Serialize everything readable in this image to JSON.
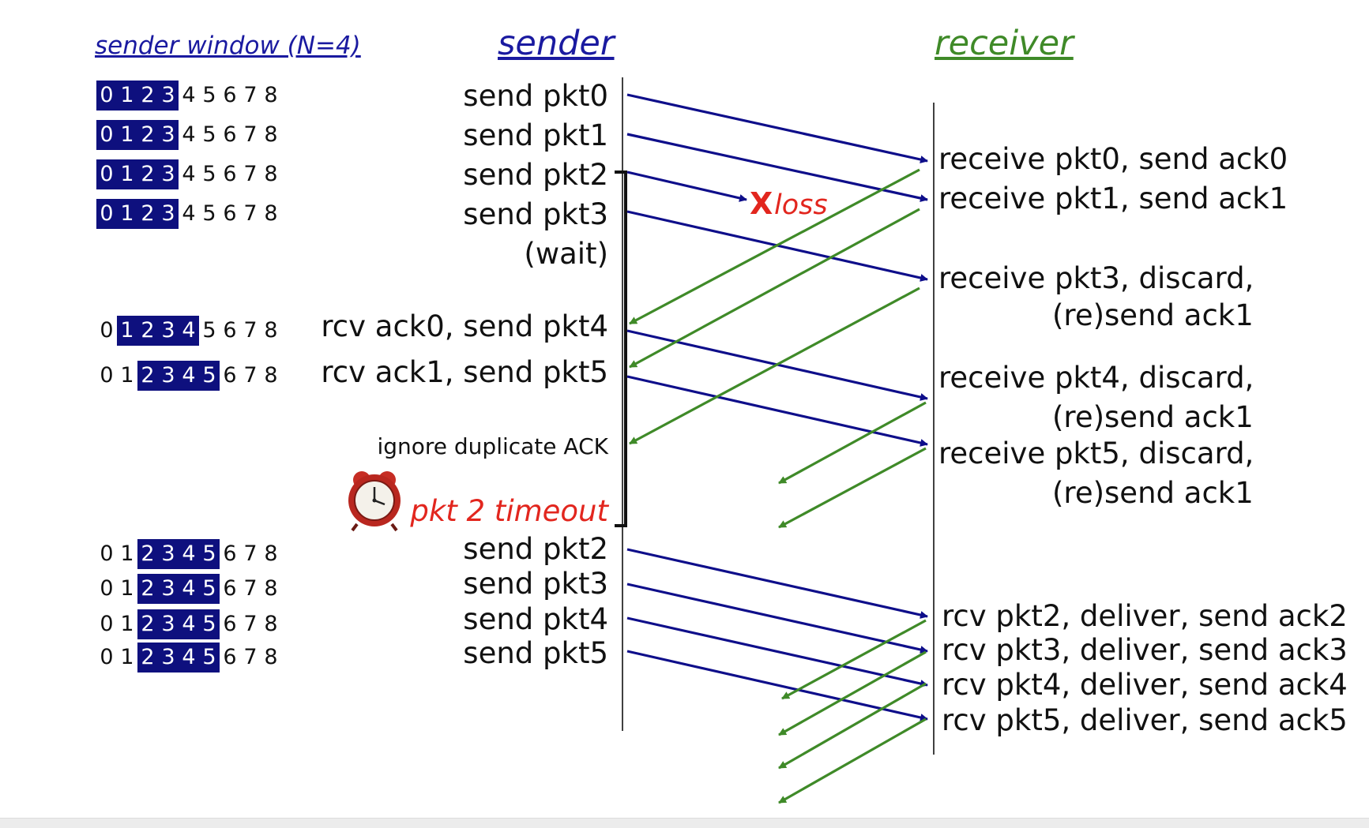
{
  "headers": {
    "sender_window": "sender window (N=4)",
    "sender": "sender",
    "receiver": "receiver"
  },
  "colors": {
    "window_fill": "#0e107e",
    "data_arrow": "#0e0e8a",
    "ack_arrow": "#3f8a28",
    "loss_text": "#e2261e",
    "header_sender": "#1a1aa0",
    "header_receiver": "#3f8a28"
  },
  "sequence_numbers": [
    "0",
    "1",
    "2",
    "3",
    "4",
    "5",
    "6",
    "7",
    "8"
  ],
  "windows": [
    {
      "base": 0,
      "size": 4
    },
    {
      "base": 0,
      "size": 4
    },
    {
      "base": 0,
      "size": 4
    },
    {
      "base": 0,
      "size": 4
    },
    {
      "base": 1,
      "size": 4
    },
    {
      "base": 2,
      "size": 4
    },
    {
      "base": 2,
      "size": 4
    },
    {
      "base": 2,
      "size": 4
    },
    {
      "base": 2,
      "size": 4
    },
    {
      "base": 2,
      "size": 4
    }
  ],
  "sender_events": [
    {
      "id": "send-pkt0",
      "text": "send  pkt0"
    },
    {
      "id": "send-pkt1",
      "text": "send  pkt1"
    },
    {
      "id": "send-pkt2",
      "text": "send  pkt2"
    },
    {
      "id": "send-pkt3",
      "text": "send  pkt3"
    },
    {
      "id": "wait",
      "text": "(wait)"
    },
    {
      "id": "rcv-ack0",
      "text": "rcv ack0, send pkt4"
    },
    {
      "id": "rcv-ack1",
      "text": "rcv ack1, send pkt5"
    },
    {
      "id": "ignore-dup",
      "text": "ignore duplicate ACK"
    },
    {
      "id": "timeout",
      "text": "pkt 2 timeout"
    },
    {
      "id": "resend-pkt2",
      "text": "send  pkt2"
    },
    {
      "id": "resend-pkt3",
      "text": "send  pkt3"
    },
    {
      "id": "resend-pkt4",
      "text": "send  pkt4"
    },
    {
      "id": "resend-pkt5",
      "text": "send  pkt5"
    }
  ],
  "receiver_events": [
    {
      "id": "recv-pkt0",
      "text": "receive pkt0, send ack0"
    },
    {
      "id": "recv-pkt1",
      "text": "receive pkt1, send ack1"
    },
    {
      "id": "recv-pkt3",
      "text": "receive pkt3, discard,"
    },
    {
      "id": "recv-pkt3-ack",
      "text": "(re)send ack1"
    },
    {
      "id": "recv-pkt4",
      "text": "receive pkt4, discard,"
    },
    {
      "id": "recv-pkt4-ack",
      "text": "(re)send ack1"
    },
    {
      "id": "recv-pkt5",
      "text": "receive pkt5, discard,"
    },
    {
      "id": "recv-pkt5-ack",
      "text": "(re)send ack1"
    },
    {
      "id": "rcv-pkt2",
      "text": "rcv pkt2, deliver, send ack2"
    },
    {
      "id": "rcv-pkt3",
      "text": "rcv pkt3, deliver, send ack3"
    },
    {
      "id": "rcv-pkt4",
      "text": "rcv pkt4, deliver, send ack4"
    },
    {
      "id": "rcv-pkt5",
      "text": "rcv pkt5, deliver, send ack5"
    }
  ],
  "loss": {
    "mark": "X",
    "label": "loss"
  },
  "icons": {
    "timeout": "alarm-clock-icon"
  }
}
